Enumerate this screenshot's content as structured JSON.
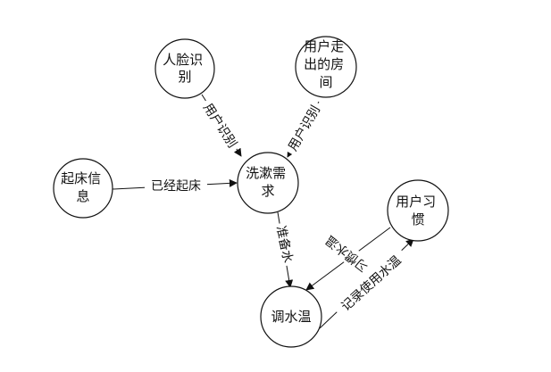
{
  "nodes": [
    {
      "id": "face",
      "lines": [
        "人脸识",
        "别"
      ]
    },
    {
      "id": "leave",
      "lines": [
        "用户走",
        "出的房",
        "间"
      ]
    },
    {
      "id": "bed",
      "lines": [
        "起床信",
        "息"
      ]
    },
    {
      "id": "wash",
      "lines": [
        "洗漱需",
        "求"
      ]
    },
    {
      "id": "habit",
      "lines": [
        "用户习",
        "惯"
      ]
    },
    {
      "id": "temp",
      "lines": [
        "调水温"
      ]
    }
  ],
  "edges": [
    {
      "id": "e1",
      "from": "face",
      "to": "wash",
      "label": "用户识别"
    },
    {
      "id": "e2",
      "from": "leave",
      "to": "wash",
      "label": "用户识别"
    },
    {
      "id": "e3",
      "from": "bed",
      "to": "wash",
      "label": "已经起床"
    },
    {
      "id": "e4",
      "from": "wash",
      "to": "temp",
      "label": "准备水"
    },
    {
      "id": "e5",
      "from": "habit",
      "to": "temp",
      "label": "习惯水温"
    },
    {
      "id": "e6",
      "from": "temp",
      "to": "habit",
      "label": "记录使用水温"
    }
  ]
}
